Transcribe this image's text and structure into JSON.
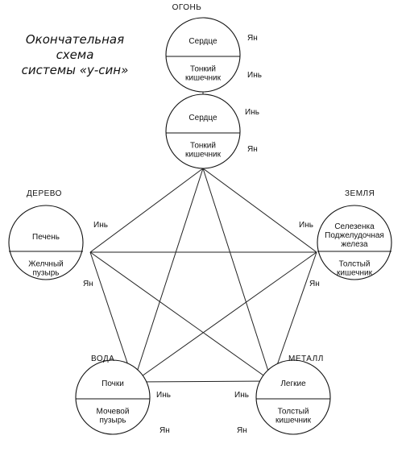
{
  "title": {
    "line1": "Окончательная схема",
    "line2": "системы «у-син»"
  },
  "nodes": {
    "fire_top": {
      "element": "ОГОНЬ",
      "upper": [
        "Сердце"
      ],
      "lower": [
        "Тонкий",
        "кишечник"
      ],
      "upper_mark": "Ян",
      "lower_mark": "Инь"
    },
    "fire_second": {
      "element": "",
      "upper": [
        "Сердце"
      ],
      "lower": [
        "Тонкий",
        "кишечник"
      ],
      "upper_mark": "Инь",
      "lower_mark": "Ян"
    },
    "wood": {
      "element": "ДЕРЕВО",
      "upper": [
        "Печень"
      ],
      "lower": [
        "Желчный",
        "пузырь"
      ],
      "upper_mark": "Инь",
      "lower_mark": "Ян"
    },
    "earth": {
      "element": "ЗЕМЛЯ",
      "upper": [
        "Селезенка",
        "Поджелудочная",
        "железа"
      ],
      "lower": [
        "Толстый",
        "кишечник"
      ],
      "upper_mark": "Инь",
      "lower_mark": "Ян"
    },
    "water": {
      "element": "ВОДА",
      "upper": [
        "Почки"
      ],
      "lower": [
        "Мочевой",
        "пузырь"
      ],
      "upper_mark": "Инь",
      "lower_mark": "Ян"
    },
    "metal": {
      "element": "МЕТАЛЛ",
      "upper": [
        "Легкие"
      ],
      "lower": [
        "Толстый",
        "кишечник"
      ],
      "upper_mark": "Инь",
      "lower_mark": "Ян"
    }
  }
}
